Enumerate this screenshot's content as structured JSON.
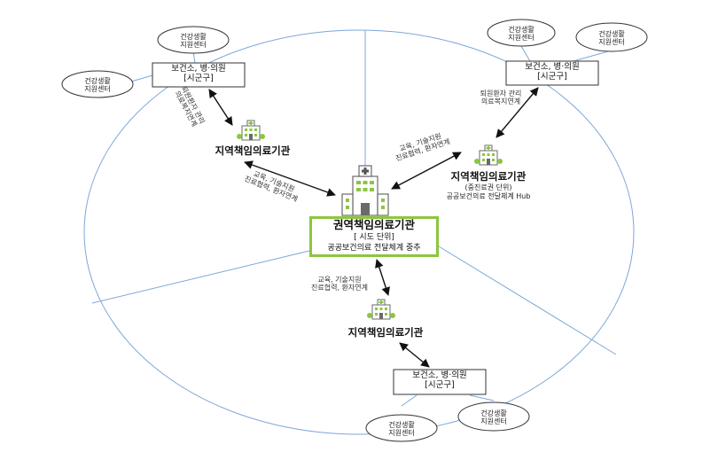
{
  "health_center_label": "건강생활\n지원센터",
  "clinic_box": {
    "line1": "보건소, 병·의원",
    "line2": "[시군구]"
  },
  "nodes": {
    "top_left_title": "지역책임의료기관",
    "top_right_title": "지역책임의료기관",
    "top_right_sub1": "(중진료권 단위)",
    "top_right_sub2": "공공보건의료 전달체계 Hub",
    "bottom_title": "지역책임의료기관"
  },
  "center": {
    "title": "권역책임의료기관",
    "sub1": "[ 시도 단위]",
    "sub2": "공공보건의료 전달체계 중추"
  },
  "annotations": {
    "tl_discharge": "퇴원환자 관리\n의료복지연계",
    "tr_discharge": "퇴원환자 관리\n의료복지연계",
    "support_left": "교육, 기술지원\n진료협력, 환자연계",
    "support_right": "교육, 기술지원\n진료협력, 환자연계",
    "support_bottom": "교육, 기술지원\n진료협력, 환자연계"
  },
  "colors": {
    "ellipse_line": "#7da7d9",
    "center_border": "#8cc63f",
    "hospital_green": "#8cc63f",
    "hospital_gray": "#7a7a7a"
  }
}
